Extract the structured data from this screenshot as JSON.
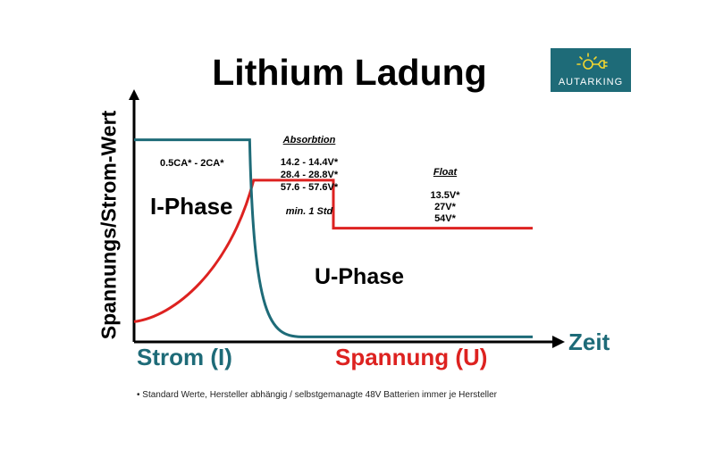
{
  "title": "Lithium Ladung",
  "logo": {
    "text": "AUTARKING",
    "icon": "sun-plug-icon",
    "background": "#1e6b78"
  },
  "footnote": "• Standard Werte, Hersteller abhängig / selbstgemanagte 48V Batterien immer je Hersteller",
  "chart_data": {
    "type": "line",
    "ylabel": "Spannungs/Strom-Wert",
    "xlabel": "Zeit",
    "grid": false,
    "legend": "bottom",
    "series": [
      {
        "name": "Strom (I)",
        "color": "#1e6b78",
        "shape": "constant-then-exponential-decay",
        "x": [
          0,
          0.29,
          0.3,
          0.32,
          0.35,
          0.4,
          0.5,
          1.0
        ],
        "values": [
          0.8,
          0.8,
          0.45,
          0.22,
          0.1,
          0.04,
          0.02,
          0.02
        ]
      },
      {
        "name": "Spannung (U)",
        "color": "#dd2220",
        "shape": "rising-then-constant-then-step-down",
        "x": [
          0,
          0.1,
          0.2,
          0.29,
          0.3,
          0.5,
          0.51,
          1.0
        ],
        "values": [
          0.08,
          0.12,
          0.25,
          0.55,
          0.64,
          0.64,
          0.45,
          0.45
        ]
      }
    ],
    "phases": {
      "i_phase": "I-Phase",
      "u_phase": "U-Phase"
    },
    "annotations": {
      "i_current": "0.5CA* - 2CA*",
      "absorption": {
        "title": "Absorbtion",
        "values": [
          "14.2 - 14.4V*",
          "28.4 - 28.8V*",
          "57.6 - 57.6V*"
        ],
        "duration": "min. 1 Std"
      },
      "float": {
        "title": "Float",
        "values": [
          "13.5V*",
          "27V*",
          "54V*"
        ]
      }
    }
  }
}
